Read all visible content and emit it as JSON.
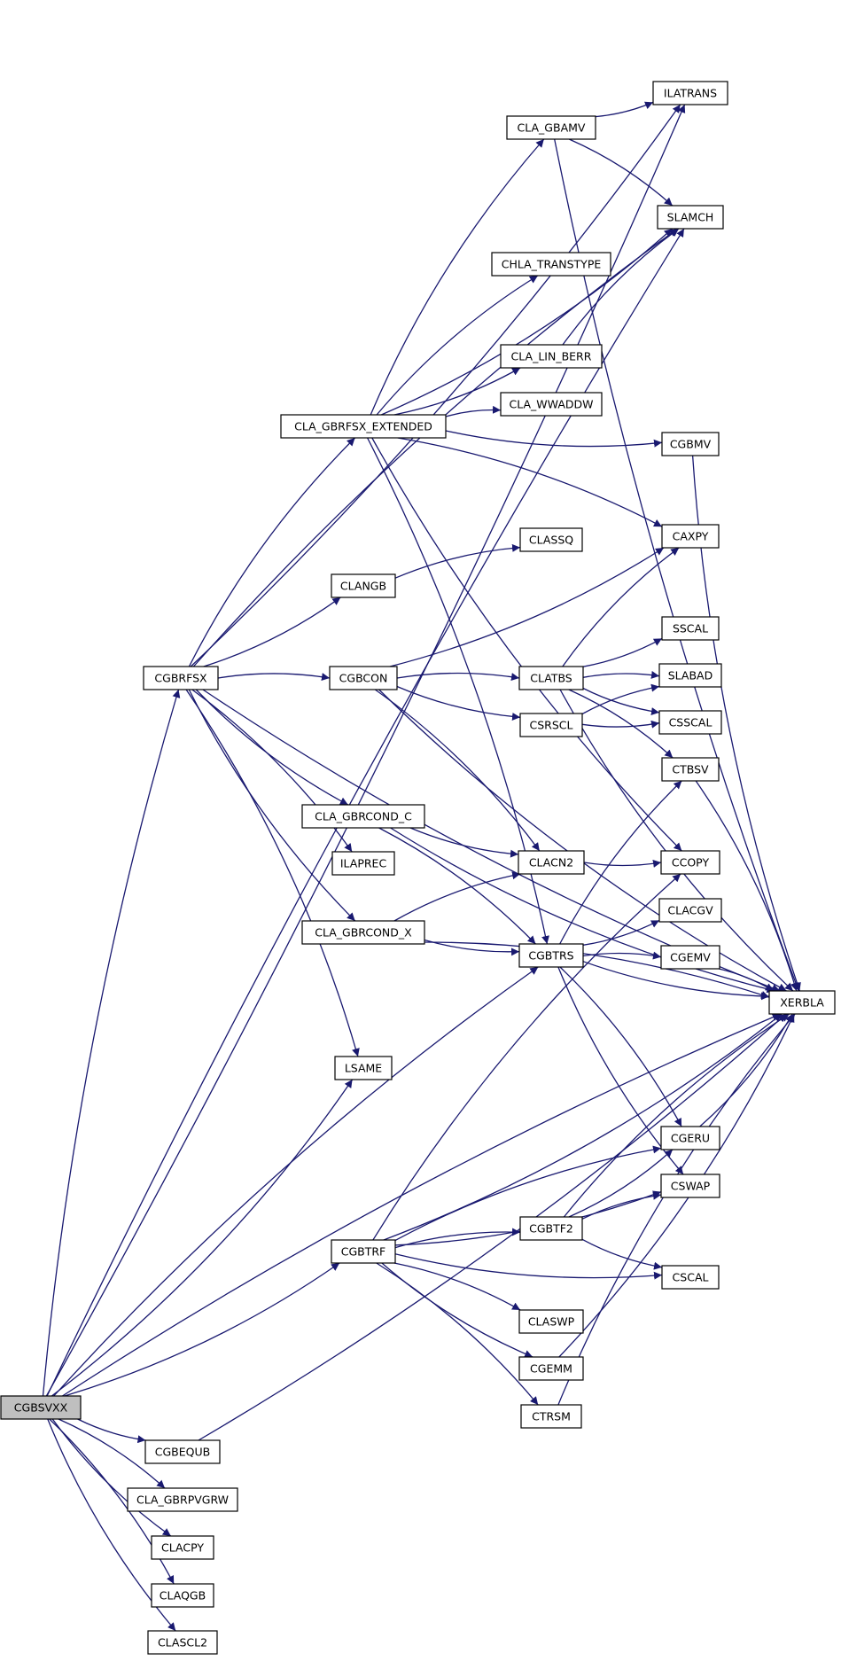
{
  "diagram": {
    "type": "call-graph",
    "root": "CGBSVXX",
    "colors": {
      "edge": "#191970",
      "node_border": "#000000",
      "root_fill": "#bfbfbf",
      "node_fill": "#ffffff"
    },
    "nodes": [
      {
        "id": "CGBSVXX",
        "label": "CGBSVXX",
        "root": true
      },
      {
        "id": "CGBRFSX",
        "label": "CGBRFSX"
      },
      {
        "id": "LSAME",
        "label": "LSAME"
      },
      {
        "id": "CGBTRS",
        "label": "CGBTRS"
      },
      {
        "id": "CGBTRF",
        "label": "CGBTRF"
      },
      {
        "id": "XERBLA",
        "label": "XERBLA"
      },
      {
        "id": "CGBEQUB",
        "label": "CGBEQUB"
      },
      {
        "id": "CLA_GBRPVGRW",
        "label": "CLA_GBRPVGRW"
      },
      {
        "id": "CLACPY",
        "label": "CLACPY"
      },
      {
        "id": "CLAQGB",
        "label": "CLAQGB"
      },
      {
        "id": "CLASCL2",
        "label": "CLASCL2"
      },
      {
        "id": "SLAMCH",
        "label": "SLAMCH"
      },
      {
        "id": "ILATRANS",
        "label": "ILATRANS"
      },
      {
        "id": "CLA_GBRFSX_EXTENDED",
        "label": "CLA_GBRFSX_EXTENDED"
      },
      {
        "id": "CLANGB",
        "label": "CLANGB"
      },
      {
        "id": "CGBCON",
        "label": "CGBCON"
      },
      {
        "id": "CLA_GBRCOND_C",
        "label": "CLA_GBRCOND_C"
      },
      {
        "id": "ILAPREC",
        "label": "ILAPREC"
      },
      {
        "id": "CLA_GBRCOND_X",
        "label": "CLA_GBRCOND_X"
      },
      {
        "id": "CLA_GBAMV",
        "label": "CLA_GBAMV"
      },
      {
        "id": "CHLA_TRANSTYPE",
        "label": "CHLA_TRANSTYPE"
      },
      {
        "id": "CLA_LIN_BERR",
        "label": "CLA_LIN_BERR"
      },
      {
        "id": "CLA_WWADDW",
        "label": "CLA_WWADDW"
      },
      {
        "id": "CGBMV",
        "label": "CGBMV"
      },
      {
        "id": "CAXPY",
        "label": "CAXPY"
      },
      {
        "id": "CCOPY",
        "label": "CCOPY"
      },
      {
        "id": "CLASSQ",
        "label": "CLASSQ"
      },
      {
        "id": "CLATBS",
        "label": "CLATBS"
      },
      {
        "id": "CSRSCL",
        "label": "CSRSCL"
      },
      {
        "id": "CLACN2",
        "label": "CLACN2"
      },
      {
        "id": "SSCAL",
        "label": "SSCAL"
      },
      {
        "id": "SLABAD",
        "label": "SLABAD"
      },
      {
        "id": "CSSCAL",
        "label": "CSSCAL"
      },
      {
        "id": "CTBSV",
        "label": "CTBSV"
      },
      {
        "id": "CLACGV",
        "label": "CLACGV"
      },
      {
        "id": "CGEMV",
        "label": "CGEMV"
      },
      {
        "id": "CGERU",
        "label": "CGERU"
      },
      {
        "id": "CSWAP",
        "label": "CSWAP"
      },
      {
        "id": "CGBTF2",
        "label": "CGBTF2"
      },
      {
        "id": "CSCAL",
        "label": "CSCAL"
      },
      {
        "id": "CLASWP",
        "label": "CLASWP"
      },
      {
        "id": "CGEMM",
        "label": "CGEMM"
      },
      {
        "id": "CTRSM",
        "label": "CTRSM"
      }
    ],
    "edges": [
      [
        "CGBSVXX",
        "CGBRFSX"
      ],
      [
        "CGBSVXX",
        "LSAME"
      ],
      [
        "CGBSVXX",
        "CGBTRS"
      ],
      [
        "CGBSVXX",
        "CGBTRF"
      ],
      [
        "CGBSVXX",
        "XERBLA"
      ],
      [
        "CGBSVXX",
        "CGBEQUB"
      ],
      [
        "CGBSVXX",
        "CLA_GBRPVGRW"
      ],
      [
        "CGBSVXX",
        "CLACPY"
      ],
      [
        "CGBSVXX",
        "CLAQGB"
      ],
      [
        "CGBSVXX",
        "CLASCL2"
      ],
      [
        "CGBSVXX",
        "SLAMCH"
      ],
      [
        "CGBSVXX",
        "ILATRANS"
      ],
      [
        "CGBRFSX",
        "SLAMCH"
      ],
      [
        "CGBRFSX",
        "ILATRANS"
      ],
      [
        "CGBRFSX",
        "CLA_GBRFSX_EXTENDED"
      ],
      [
        "CGBRFSX",
        "CLANGB"
      ],
      [
        "CGBRFSX",
        "CGBCON"
      ],
      [
        "CGBRFSX",
        "CLA_GBRCOND_C"
      ],
      [
        "CGBRFSX",
        "ILAPREC"
      ],
      [
        "CGBRFSX",
        "CLA_GBRCOND_X"
      ],
      [
        "CGBRFSX",
        "LSAME"
      ],
      [
        "CGBRFSX",
        "XERBLA"
      ],
      [
        "CLA_GBRFSX_EXTENDED",
        "CLA_GBAMV"
      ],
      [
        "CLA_GBRFSX_EXTENDED",
        "SLAMCH"
      ],
      [
        "CLA_GBRFSX_EXTENDED",
        "CHLA_TRANSTYPE"
      ],
      [
        "CLA_GBRFSX_EXTENDED",
        "CLA_LIN_BERR"
      ],
      [
        "CLA_GBRFSX_EXTENDED",
        "CLA_WWADDW"
      ],
      [
        "CLA_GBRFSX_EXTENDED",
        "CGBMV"
      ],
      [
        "CLA_GBRFSX_EXTENDED",
        "CAXPY"
      ],
      [
        "CLA_GBRFSX_EXTENDED",
        "CCOPY"
      ],
      [
        "CLA_GBRFSX_EXTENDED",
        "CGBTRS"
      ],
      [
        "CLA_GBAMV",
        "ILATRANS"
      ],
      [
        "CLA_GBAMV",
        "SLAMCH"
      ],
      [
        "CLA_GBAMV",
        "XERBLA"
      ],
      [
        "CLA_LIN_BERR",
        "SLAMCH"
      ],
      [
        "CGBMV",
        "XERBLA"
      ],
      [
        "CLANGB",
        "CLASSQ"
      ],
      [
        "CGBCON",
        "CAXPY"
      ],
      [
        "CGBCON",
        "CLATBS"
      ],
      [
        "CGBCON",
        "CSRSCL"
      ],
      [
        "CGBCON",
        "CLACN2"
      ],
      [
        "CGBCON",
        "XERBLA"
      ],
      [
        "CLATBS",
        "CAXPY"
      ],
      [
        "CLATBS",
        "SSCAL"
      ],
      [
        "CLATBS",
        "SLABAD"
      ],
      [
        "CLATBS",
        "CSSCAL"
      ],
      [
        "CLATBS",
        "CTBSV"
      ],
      [
        "CLATBS",
        "XERBLA"
      ],
      [
        "CSRSCL",
        "SLABAD"
      ],
      [
        "CSRSCL",
        "CSSCAL"
      ],
      [
        "CTBSV",
        "XERBLA"
      ],
      [
        "CLA_GBRCOND_C",
        "CLACN2"
      ],
      [
        "CLA_GBRCOND_C",
        "CGBTRS"
      ],
      [
        "CLA_GBRCOND_C",
        "XERBLA"
      ],
      [
        "CLA_GBRCOND_X",
        "CLACN2"
      ],
      [
        "CLA_GBRCOND_X",
        "CGBTRS"
      ],
      [
        "CLA_GBRCOND_X",
        "XERBLA"
      ],
      [
        "CLACN2",
        "CCOPY"
      ],
      [
        "CGBTRS",
        "CTBSV"
      ],
      [
        "CGBTRS",
        "CLACGV"
      ],
      [
        "CGBTRS",
        "CGEMV"
      ],
      [
        "CGBTRS",
        "XERBLA"
      ],
      [
        "CGBTRS",
        "CGERU"
      ],
      [
        "CGBTRS",
        "CSWAP"
      ],
      [
        "CGEMV",
        "XERBLA"
      ],
      [
        "CGERU",
        "XERBLA"
      ],
      [
        "CGBTRF",
        "CCOPY"
      ],
      [
        "CGBTRF",
        "XERBLA"
      ],
      [
        "CGBTRF",
        "CGERU"
      ],
      [
        "CGBTRF",
        "CSWAP"
      ],
      [
        "CGBTRF",
        "CGBTF2"
      ],
      [
        "CGBTRF",
        "CSCAL"
      ],
      [
        "CGBTRF",
        "CLASWP"
      ],
      [
        "CGBTRF",
        "CGEMM"
      ],
      [
        "CGBTRF",
        "CTRSM"
      ],
      [
        "CGBTF2",
        "CGERU"
      ],
      [
        "CGBTF2",
        "CSWAP"
      ],
      [
        "CGBTF2",
        "CSCAL"
      ],
      [
        "CGBTF2",
        "XERBLA"
      ],
      [
        "CGEMM",
        "XERBLA"
      ],
      [
        "CTRSM",
        "XERBLA"
      ],
      [
        "CGBEQUB",
        "XERBLA"
      ]
    ]
  }
}
